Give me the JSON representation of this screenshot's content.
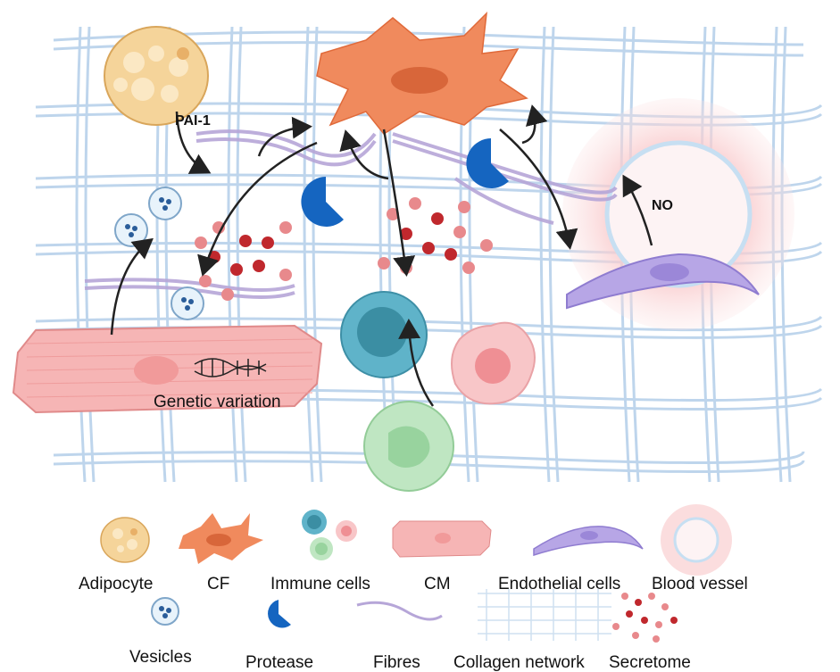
{
  "annotations": {
    "pai1": "PAI-1",
    "no": "NO",
    "genetic_variation": "Genetic variation"
  },
  "legend": {
    "adipocyte": "Adipocyte",
    "cf": "CF",
    "immune_cells": "Immune cells",
    "cm": "CM",
    "endothelial_cells": "Endothelial cells",
    "blood_vessel": "Blood vessel",
    "vesicles": "Vesicles",
    "protease": "Protease",
    "fibres": "Fibres",
    "collagen_network": "Collagen network",
    "secretome": "Secretome"
  },
  "colors": {
    "collagen": "#a9c8e6",
    "adipocyte": "#f5d49a",
    "cf": "#f08a5d",
    "cm": "#f6b5b5",
    "endothelial": "#b7a6e6",
    "vessel": "#f9cfd0",
    "protease": "#1565c0",
    "secretome_dark": "#c0282d",
    "secretome_light": "#e8898c",
    "macrophage": "#5fb3c9",
    "neutrophil": "#bfe6c2",
    "dendritic": "#f8c6c8",
    "fibre": "#b6a6d8"
  }
}
